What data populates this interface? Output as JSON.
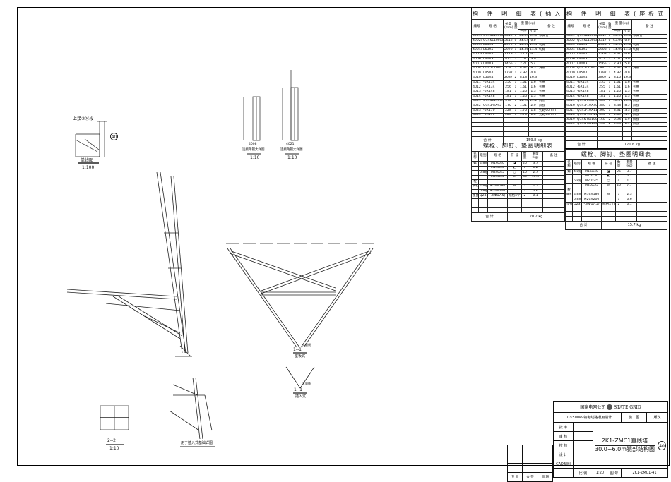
{
  "drawing": {
    "single_line": {
      "upper_ref": "上接⑦⑭段",
      "segment_no": "40",
      "name": "单线图",
      "scale": "1:100"
    },
    "detail_a": {
      "name": "连接角钢大样图",
      "scale": "1:10",
      "part": "4008"
    },
    "detail_b": {
      "name": "连接角钢大样图",
      "scale": "1:10",
      "part": "4021"
    },
    "section_22": {
      "name": "2--2",
      "scale": "1:10"
    },
    "insert_detail": {
      "name": "用于插入式基础详图"
    },
    "section_11_a": {
      "name": "1--1",
      "type": "座板式",
      "note": "大量线"
    },
    "section_11_b": {
      "name": "1--1",
      "type": "插入式",
      "note": "大量线"
    }
  },
  "members_insert": {
    "title": "构 件 明 细 表",
    "subtitle": "(插入式)",
    "headers": [
      "编号",
      "规 格",
      "长度(mm)",
      "数量",
      "一件",
      "小计",
      "备 注"
    ],
    "weight_header": "重 量(kg)",
    "rows": [
      [
        "4001A",
        "Q345L100X8",
        "3612",
        "1",
        "44.54",
        "44.5",
        "带脚钉"
      ],
      [
        "4002A",
        "Q345L100X8",
        "3612",
        "0",
        "44.54",
        "0.0",
        ""
      ],
      [
        "4003A",
        "L63X5",
        "2979",
        "1",
        "14.36",
        "14.4",
        "切角"
      ],
      [
        "4004A",
        "L63X5",
        "2979",
        "1",
        "14.36",
        "14.4",
        "切角"
      ],
      [
        "4005A",
        "L40X4",
        "1278",
        "2",
        "3.10",
        "6.2",
        ""
      ],
      [
        "4006",
        "L40X3",
        "815",
        "2",
        "1.51",
        "3.0",
        ""
      ],
      [
        "4007A",
        "L40X3",
        "1465",
        "2",
        "2.71",
        "5.4",
        ""
      ],
      [
        "4008",
        "Q345L100X10",
        "558",
        "1",
        "8.32",
        "8.3",
        "清根"
      ],
      [
        "4009",
        "L45X4",
        "1797",
        "1",
        "4.92",
        "4.9",
        ""
      ],
      [
        "4010",
        "L50X4",
        "2687",
        "2",
        "8.18",
        "16.3",
        ""
      ],
      [
        "4011",
        "-6X134",
        "256",
        "1",
        "1.61",
        "1.6",
        "火曲"
      ],
      [
        "4012",
        "-6X134",
        "256",
        "1",
        "1.61",
        "1.6",
        "火曲"
      ],
      [
        "4013",
        "-6X148",
        "181",
        "1",
        "1.26",
        "1.3",
        "火曲"
      ],
      [
        "4014",
        "-6X148",
        "181",
        "1",
        "1.26",
        "1.3",
        "火曲"
      ],
      [
        "4021",
        "Q345L110X10",
        "678",
        "1",
        "11.18",
        "11.2",
        "清根"
      ],
      [
        "4022",
        "Q345-8X95",
        "170",
        "2",
        "1.01",
        "2.0",
        "焊接"
      ],
      [
        "4023",
        "-6X170",
        "228",
        "1",
        "1.76",
        "1.8",
        "孔距60mm"
      ],
      [
        "4024",
        "-6X170",
        "228",
        "1",
        "1.76",
        "1.8",
        "孔距60mm"
      ]
    ],
    "total_label": "合  计",
    "total": "159.8 kg"
  },
  "members_base": {
    "title": "构 件 明 细 表",
    "subtitle": "(座板式)",
    "headers": [
      "编号",
      "规 格",
      "长度(mm)",
      "数量",
      "一件",
      "小计",
      "备 注"
    ],
    "weight_header": "重 量(kg)",
    "rows": [
      [
        "4001",
        "Q345L100X8",
        "4317",
        "1",
        "53.00",
        "53.0",
        "带脚钉"
      ],
      [
        "4002",
        "Q345L100X8",
        "4317",
        "0",
        "53.00",
        "0.0",
        ""
      ],
      [
        "4003",
        "L63X5",
        "2908",
        "1",
        "14.00",
        "14.0",
        "切角"
      ],
      [
        "4004",
        "L63X5",
        "2908",
        "1",
        "14.00",
        "14.0",
        "切角"
      ],
      [
        "4005",
        "L40X4",
        "1568",
        "2",
        "3.31",
        "6.6",
        ""
      ],
      [
        "4006",
        "L40X3",
        "813",
        "2",
        "1.51",
        "3.0",
        ""
      ],
      [
        "4007",
        "L40X3",
        "1565",
        "2",
        "2.90",
        "5.8",
        ""
      ],
      [
        "4008",
        "Q345L100X10",
        "560",
        "1",
        "8.32",
        "8.3",
        "清根"
      ],
      [
        "4009",
        "L45X4",
        "1797",
        "1",
        "4.92",
        "4.9",
        ""
      ],
      [
        "4010",
        "L50X4",
        "2867",
        "2",
        "8.16",
        "16.3",
        ""
      ],
      [
        "4011",
        "-6X134",
        "255",
        "1",
        "1.61",
        "1.6",
        "火曲"
      ],
      [
        "4012",
        "-6X134",
        "255",
        "1",
        "1.61",
        "1.6",
        "火曲"
      ],
      [
        "4013",
        "-6X148",
        "181",
        "1",
        "1.26",
        "1.3",
        "火曲"
      ],
      [
        "4014",
        "-6X148",
        "181",
        "1",
        "1.26",
        "1.3",
        "火曲"
      ],
      [
        "4015",
        "Q345-280X300",
        "380",
        "1",
        "18.37",
        "18.4",
        "焊接"
      ],
      [
        "4016",
        "Q345-10X300",
        "380",
        "1",
        "8.48",
        "8.5",
        "焊接"
      ],
      [
        "4017",
        "Q345-10X117",
        "360",
        "1",
        "3.31",
        "3.3",
        "焊接"
      ],
      [
        "4018",
        "Q345-10X117",
        "360",
        "1",
        "4.89",
        "4.9",
        "焊接"
      ],
      [
        "4019",
        "Q345-8X100",
        "158",
        "2",
        "0.94",
        "1.9",
        "焊接"
      ],
      [
        "4020",
        "Q345-8X100",
        "158",
        "2",
        "0.94",
        "1.9",
        "焊接"
      ]
    ],
    "total_label": "合  计",
    "total": "170.6 kg"
  },
  "bolts_insert": {
    "title": "螺栓、脚钉、垫圈明细表",
    "headers": [
      "名称",
      "级别",
      "规 格",
      "符 号",
      "数量",
      "重量(kg)",
      "备 注"
    ],
    "rows": [
      [
        "螺",
        "4.8级",
        "M16X40",
        "◪",
        "26",
        "3.7"
      ],
      [
        "",
        "",
        "M16X50",
        "◩",
        "1",
        "0.2"
      ],
      [
        "",
        "6.8级",
        "M20X45",
        "○",
        "10",
        "2.7"
      ],
      [
        "",
        "",
        "M20X55",
        "⌀",
        "36",
        "10.6"
      ],
      [
        "栓",
        "",
        "",
        "",
        "",
        ""
      ],
      [
        "脚钉",
        "4.8级",
        "M16X180",
        "⊖",
        "7",
        "2.5"
      ],
      [
        "",
        "6.8级",
        "M20X200",
        "",
        "1",
        "0.6"
      ],
      [
        "垫圈",
        "Q235",
        "-3(Φ17.5)",
        "规格x个数",
        "2",
        "0.1"
      ]
    ],
    "total_label": "合  计",
    "total": "20.2 kg"
  },
  "bolts_base": {
    "title": "螺栓、脚钉、垫圈明细表",
    "headers": [
      "名称",
      "级别",
      "规 格",
      "符 号",
      "数量",
      "重量(kg)",
      "备 注"
    ],
    "rows": [
      [
        "螺",
        "4.8级",
        "M16X40",
        "◪",
        "26",
        "3.7"
      ],
      [
        "",
        "",
        "M16X50",
        "◩",
        "1",
        "0.2"
      ],
      [
        "",
        "6.8级",
        "M20X45",
        "○",
        "4",
        "1.1"
      ],
      [
        "",
        "",
        "M20X55",
        "⌀",
        "26",
        "7.7"
      ],
      [
        "栓",
        "",
        "",
        "",
        "",
        ""
      ],
      [
        "脚钉",
        "4.8级",
        "M16X180",
        "⊖",
        "7",
        "2.3"
      ],
      [
        "",
        "6.8级",
        "M20X200",
        "",
        "1",
        "0.6"
      ],
      [
        "垫圈",
        "Q235",
        "-3(Φ17.5)",
        "规格x个数",
        "2",
        "0.1"
      ]
    ],
    "total_label": "合  计",
    "total": "15.7 kg"
  },
  "title_block": {
    "company": "国家电网公司",
    "brand": "STATE GRID",
    "project": "110~500kV输电线路通用设计",
    "stage": "施工图",
    "edition": "版次",
    "roles": [
      "批 准",
      "审 核",
      "校 核",
      "设 计",
      "CAD制图"
    ],
    "drawing_title_1": "2K1-ZMC1直线塔",
    "drawing_title_2": "30.0~6.0m腿部结构图",
    "segment": "40",
    "scale_label": "比 例",
    "scale": "1:20",
    "no_label": "图 号",
    "drawing_no": "2K1-ZMC1-41"
  },
  "countersign": {
    "labels": [
      "专 业",
      "会 签",
      "日 期"
    ]
  }
}
